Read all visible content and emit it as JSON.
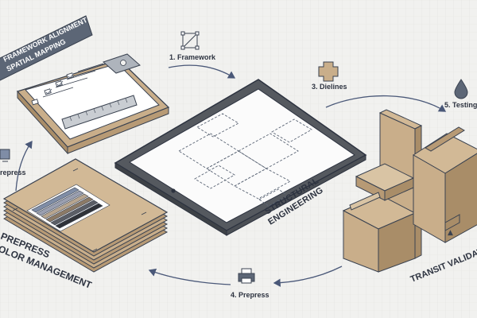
{
  "banner": {
    "line1": "FRAMEWORK ALIGNMENT",
    "line2": "SPATIAL MAPPING"
  },
  "steps": {
    "framework": "1. Framework",
    "dielines": "3. Dielines",
    "prepress": "4. Prepress",
    "testing": "5. Testing",
    "prepress_partial": "repress"
  },
  "labels": {
    "structural_1": "STRUCTURAL",
    "structural_2": "ENGINEERING",
    "color_1": "PREPRESS",
    "color_2": "OLOR MANAGEMENT",
    "transit": "TRANSIT VALIDATI"
  },
  "icons": [
    "framework-icon",
    "dielines-icon",
    "prepress-printer-icon",
    "testing-drop-icon",
    "prepress-monitor-icon"
  ],
  "colors": {
    "background": "#f1f1ef",
    "kraft": "#c9ae8a",
    "kraft_dark": "#a98d68",
    "banner": "#5c6676",
    "line": "#3a4250",
    "arrow": "#4a5878"
  }
}
